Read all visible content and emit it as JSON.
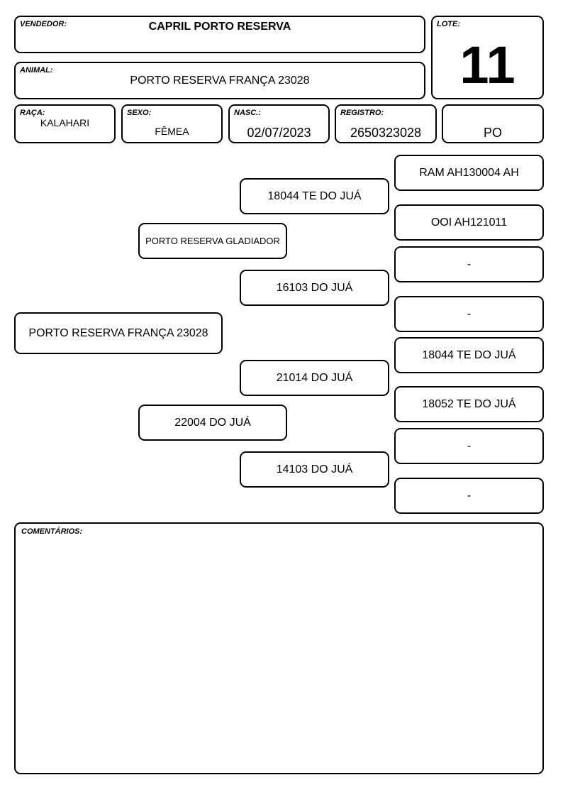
{
  "header": {
    "vendor_label": "VENDEDOR:",
    "vendor": "CAPRIL PORTO RESERVA",
    "lot_label": "LOTE:",
    "lot": "11",
    "animal_label": "ANIMAL:",
    "animal": "PORTO RESERVA FRANÇA 23028"
  },
  "info": {
    "breed_label": "RAÇA:",
    "breed": "KALAHARI",
    "sex_label": "SEXO:",
    "sex": "FÊMEA",
    "birth_label": "NASC.:",
    "birth": "02/07/2023",
    "registry_label": "REGISTRO:",
    "registry": "2650323028",
    "category": "PO"
  },
  "pedigree": {
    "animal": "PORTO RESERVA FRANÇA 23028",
    "sire": "PORTO RESERVA GLADIADOR",
    "dam": "22004 DO JUÁ",
    "sire_sire": "18044 TE DO JUÁ",
    "sire_dam": "16103 DO JUÁ",
    "dam_sire": "21014 DO JUÁ",
    "dam_dam": "14103 DO JUÁ",
    "sss": "RAM AH130004 AH",
    "ssd": "OOI AH121011",
    "sds": "-",
    "sdd": "-",
    "dss": "18044 TE DO JUÁ",
    "dsd": "18052 TE DO JUÁ",
    "dds": "-",
    "ddd": "-"
  },
  "comments": {
    "label": "COMENTÁRIOS:"
  }
}
